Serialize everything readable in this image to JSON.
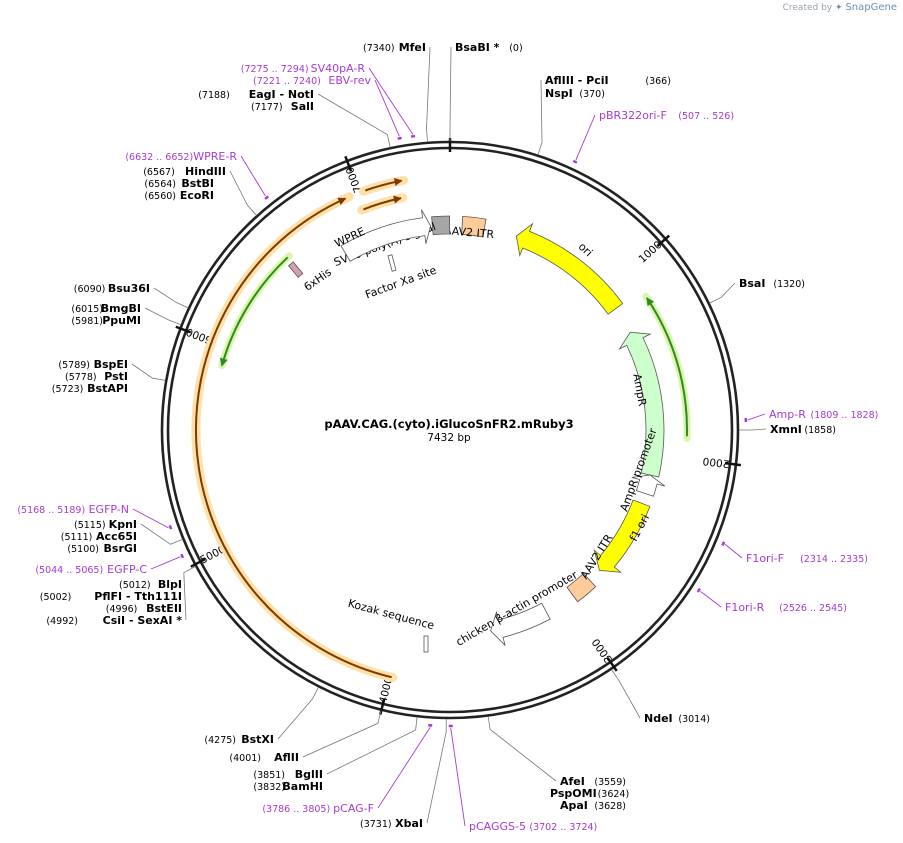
{
  "credit": {
    "prefix": "Created by",
    "brand": "SnapGene"
  },
  "plasmid": {
    "name": "pAAV.CAG.(cyto).iGlucoSnFR2.mRuby3",
    "length_label": "7432 bp",
    "length": 7432
  },
  "ticks": [
    {
      "pos": 1000,
      "label": "1000"
    },
    {
      "pos": 2000,
      "label": "2000"
    },
    {
      "pos": 3000,
      "label": "3000"
    },
    {
      "pos": 4000,
      "label": "4000"
    },
    {
      "pos": 5000,
      "label": "5000"
    },
    {
      "pos": 6000,
      "label": "6000"
    },
    {
      "pos": 7000,
      "label": "7000"
    }
  ],
  "sites": [
    {
      "id": "mfei",
      "pos": 7340,
      "items": [
        {
          "name": "MfeI",
          "pos": "(7340)"
        }
      ]
    },
    {
      "id": "bsabi",
      "pos": 0,
      "items": [
        {
          "name": "BsaBI *",
          "pos": "(0)"
        }
      ]
    },
    {
      "id": "aflIII",
      "pos": 366,
      "items": [
        {
          "name": "AflIII  - PciI",
          "pos": "(366)"
        },
        {
          "name": "NspI",
          "pos": "(370)"
        }
      ]
    },
    {
      "id": "bsai",
      "pos": 1320,
      "items": [
        {
          "name": "BsaI",
          "pos": "(1320)"
        }
      ]
    },
    {
      "id": "xmni",
      "pos": 1858,
      "items": [
        {
          "name": "XmnI",
          "pos": "(1858)"
        }
      ]
    },
    {
      "id": "ndei",
      "pos": 3014,
      "items": [
        {
          "name": "NdeI",
          "pos": "(3014)"
        }
      ]
    },
    {
      "id": "afei",
      "pos": 3559,
      "items": [
        {
          "name": "AfeI",
          "pos": "(3559)"
        },
        {
          "name": "PspOMI",
          "pos": "(3624)"
        },
        {
          "name": "ApaI",
          "pos": "(3628)"
        }
      ]
    },
    {
      "id": "xbai",
      "pos": 3731,
      "items": [
        {
          "name": "XbaI",
          "pos": "(3731)"
        }
      ]
    },
    {
      "id": "bglII",
      "pos": 3851,
      "items": [
        {
          "name": "BglII",
          "pos": "(3851)"
        },
        {
          "name": "BamHI",
          "pos": "(3832)"
        }
      ]
    },
    {
      "id": "aflII",
      "pos": 4001,
      "items": [
        {
          "name": "AflII",
          "pos": "(4001)"
        }
      ]
    },
    {
      "id": "bstxi",
      "pos": 4275,
      "items": [
        {
          "name": "BstXI",
          "pos": "(4275)"
        }
      ]
    },
    {
      "id": "csii",
      "pos": 4992,
      "items": [
        {
          "name": "CsiI  - SexAI *",
          "pos": "(4992)"
        },
        {
          "name": "BstEII",
          "pos": "(4996)"
        },
        {
          "name": "PflFI  - Tth111I",
          "pos": "(5002)"
        },
        {
          "name": "BlpI",
          "pos": "(5012)"
        }
      ]
    },
    {
      "id": "kpni",
      "pos": 5115,
      "items": [
        {
          "name": "KpnI",
          "pos": "(5115)"
        },
        {
          "name": "Acc65I",
          "pos": "(5111)"
        },
        {
          "name": "BsrGI",
          "pos": "(5100)"
        }
      ]
    },
    {
      "id": "bstapi",
      "pos": 5778,
      "items": [
        {
          "name": "BspEI",
          "pos": "(5789)"
        },
        {
          "name": "PstI",
          "pos": "(5778)"
        },
        {
          "name": "BstAPI",
          "pos": "(5723)"
        }
      ]
    },
    {
      "id": "bmgbi",
      "pos": 6015,
      "items": [
        {
          "name": "BmgBI",
          "pos": "(6015)"
        },
        {
          "name": "PpuMI",
          "pos": "(5981)"
        }
      ]
    },
    {
      "id": "bsu36i",
      "pos": 6090,
      "items": [
        {
          "name": "Bsu36I",
          "pos": "(6090)"
        }
      ]
    },
    {
      "id": "hindIII",
      "pos": 6564,
      "items": [
        {
          "name": "HindIII",
          "pos": "(6567)"
        },
        {
          "name": "BstBI",
          "pos": "(6564)"
        },
        {
          "name": "EcoRI",
          "pos": "(6560)"
        }
      ]
    },
    {
      "id": "eagi",
      "pos": 7185,
      "items": [
        {
          "name": "EagI  - NotI",
          "pos": "(7188)"
        },
        {
          "name": "SalI",
          "pos": "(7177)"
        }
      ]
    }
  ],
  "primers": [
    {
      "id": "sv40pa-r",
      "pos": 7284,
      "name": "SV40pA-R",
      "range": "(7275 .. 7294)"
    },
    {
      "id": "ebv-rev",
      "pos": 7230,
      "name": "EBV-rev",
      "range": "(7221 .. 7240)"
    },
    {
      "id": "pbr322ori-f",
      "pos": 516,
      "name": "pBR322ori-F",
      "range": "(507 .. 526)"
    },
    {
      "id": "amp-r",
      "pos": 1818,
      "name": "Amp-R",
      "range": "(1809 .. 1828)"
    },
    {
      "id": "f1ori-f",
      "pos": 2324,
      "name": "F1ori-F",
      "range": "(2314 .. 2335)"
    },
    {
      "id": "f1ori-r",
      "pos": 2535,
      "name": "F1ori-R",
      "range": "(2526 .. 2545)"
    },
    {
      "id": "pcaggs-5",
      "pos": 3713,
      "name": "pCAGGS-5",
      "range": "(3702 .. 3724)"
    },
    {
      "id": "pcag-f",
      "pos": 3795,
      "name": "pCAG-F",
      "range": "(3786 .. 3805)"
    },
    {
      "id": "egfp-c",
      "pos": 5054,
      "name": "EGFP-C",
      "range": "(5044 .. 5065)"
    },
    {
      "id": "egfp-n",
      "pos": 5178,
      "name": "EGFP-N",
      "range": "(5168 .. 5189)"
    },
    {
      "id": "wpre-r",
      "pos": 6642,
      "name": "WPRE-R",
      "range": "(6632 .. 6652)"
    }
  ],
  "features": [
    {
      "id": "ori",
      "label": "ori",
      "color": "#ffff00"
    },
    {
      "id": "ampr",
      "label": "AmpR",
      "color": "#ccffcc"
    },
    {
      "id": "ampr-promoter",
      "label": "AmpR promoter",
      "color": "#ffffff"
    },
    {
      "id": "f1-ori",
      "label": "f1 ori",
      "color": "#ffff00"
    },
    {
      "id": "aav2-itr-right",
      "label": "AAV2 ITR",
      "color": "#ffcc99"
    },
    {
      "id": "chicken-actin-promoter",
      "label": "chicken β-actin promoter",
      "color": "#ffffff"
    },
    {
      "id": "kozak",
      "label": "Kozak sequence",
      "color": "#ffffff"
    },
    {
      "id": "aav2-itr-top",
      "label": "AAV2 ITR",
      "color": "#ffcc99"
    },
    {
      "id": "sv40-polya",
      "label": "SV40 poly(A) signal",
      "color": "#a6a6a6"
    },
    {
      "id": "wpre",
      "label": "WPRE",
      "color": "#ffffff"
    },
    {
      "id": "factor-xa",
      "label": "Factor Xa site",
      "color": "#ffffff"
    },
    {
      "id": "6xhis",
      "label": "6xHis",
      "color": "#d4a0b0"
    }
  ],
  "colors": {
    "backbone": "#222222",
    "primer": "#a53bd1",
    "orf_fill": "#f7a33b",
    "orf_outline": "#7b3b00",
    "orf_green": "#2e8b1f",
    "highlight": "#ffe0a8",
    "highlight_green": "#d8f5a8"
  }
}
